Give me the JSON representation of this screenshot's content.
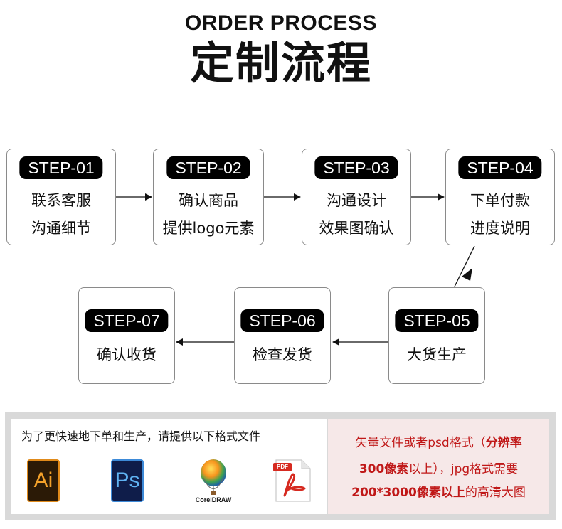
{
  "header": {
    "title_en": "ORDER PROCESS",
    "title_cn": "定制流程"
  },
  "steps": [
    {
      "label": "STEP-01",
      "lines": [
        "联系客服",
        "沟通细节"
      ]
    },
    {
      "label": "STEP-02",
      "lines": [
        "确认商品",
        "提供logo元素"
      ]
    },
    {
      "label": "STEP-03",
      "lines": [
        "沟通设计",
        "效果图确认"
      ]
    },
    {
      "label": "STEP-04",
      "lines": [
        "下单付款",
        "进度说明"
      ]
    },
    {
      "label": "STEP-05",
      "lines": [
        "大货生产"
      ]
    },
    {
      "label": "STEP-06",
      "lines": [
        "检查发货"
      ]
    },
    {
      "label": "STEP-07",
      "lines": [
        "确认收货"
      ]
    }
  ],
  "notice": {
    "left_text": "为了更快速地下单和生产，请提供以下格式文件",
    "icons": [
      {
        "name": "illustrator-icon",
        "text": "Ai",
        "color": "#f3a12a"
      },
      {
        "name": "photoshop-icon",
        "text": "Ps",
        "color": "#5fb2f2"
      },
      {
        "name": "coreldraw-icon",
        "text": "CorelDRAW"
      },
      {
        "name": "pdf-icon",
        "text": "PDF",
        "color": "#d62a20"
      }
    ],
    "right": {
      "line1_plain": "矢量文件或者psd格式（",
      "line1_bold": "分辨率",
      "line2_bold": "300像素",
      "line2_plain": "以上），jpg格式需要",
      "line3_bold": "200*3000像素以上",
      "line3_plain": "的高清大图"
    }
  },
  "colors": {
    "accent_red": "#c01818",
    "pill_bg": "#000000",
    "panel_gray": "#d9d9d9",
    "pink_bg": "#f6e8e8"
  }
}
